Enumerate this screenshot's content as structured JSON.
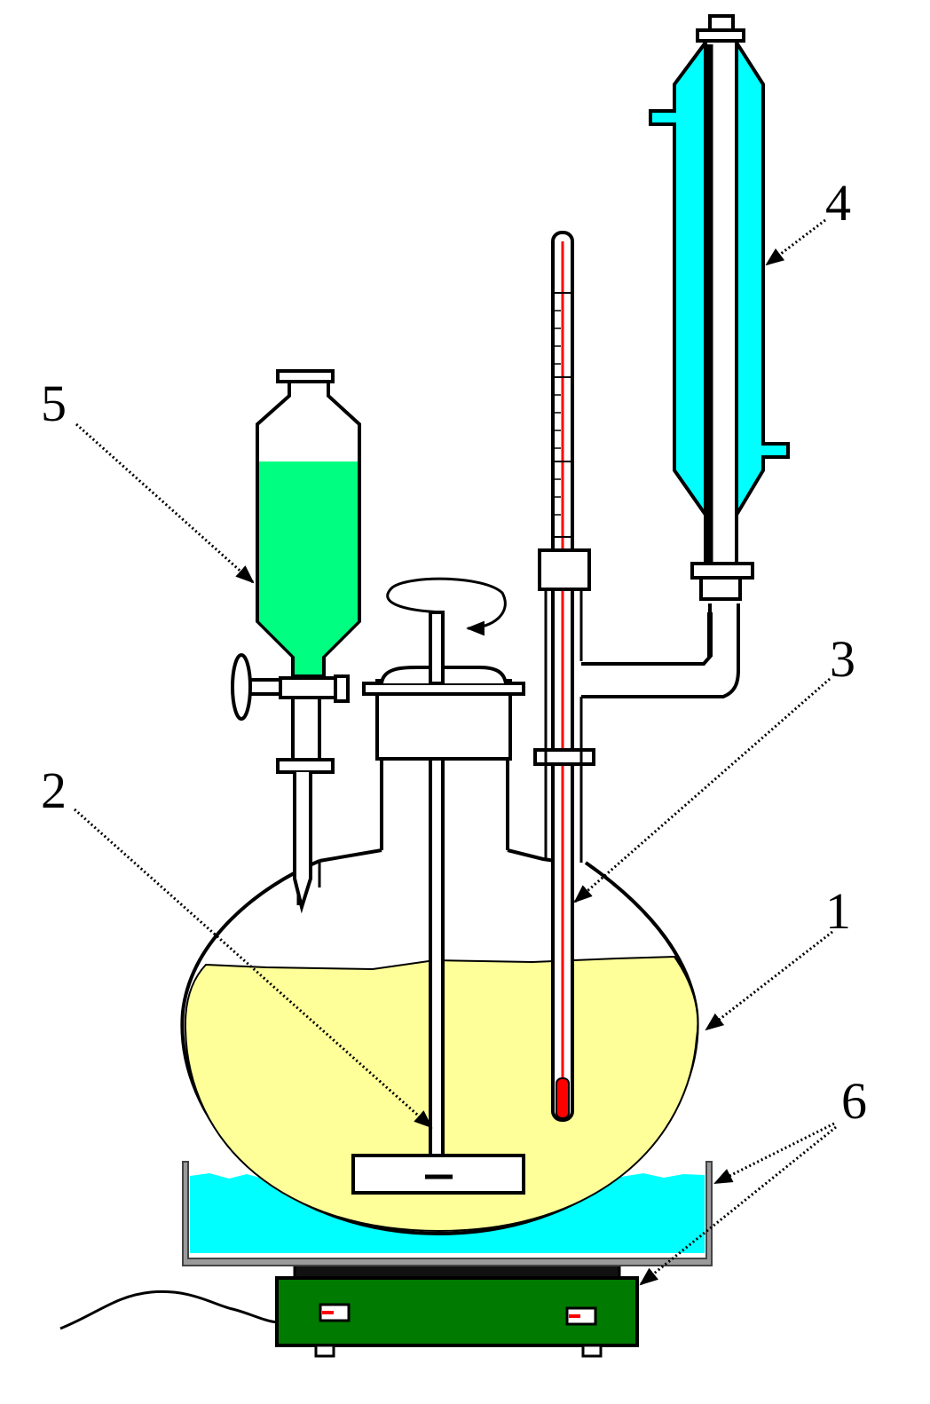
{
  "labels": [
    {
      "id": "1",
      "text": "1"
    },
    {
      "id": "2",
      "text": "2"
    },
    {
      "id": "3",
      "text": "3"
    },
    {
      "id": "4",
      "text": "4"
    },
    {
      "id": "5",
      "text": "5"
    },
    {
      "id": "6",
      "text": "6"
    }
  ],
  "colors": {
    "reaction_liquid": "#FFFF99",
    "bath_water": "#00FFFF",
    "condenser_jacket": "#00FFFF",
    "funnel_liquid": "#00FF80",
    "heater_body": "#007A00",
    "thermometer_mercury": "#FF0000",
    "bath_wall": "#9A9A9A",
    "outline": "#000000"
  },
  "icons": [
    "flask",
    "stirrer",
    "thermometer",
    "reflux-condenser",
    "dropping-funnel",
    "water-bath",
    "hot-plate"
  ]
}
